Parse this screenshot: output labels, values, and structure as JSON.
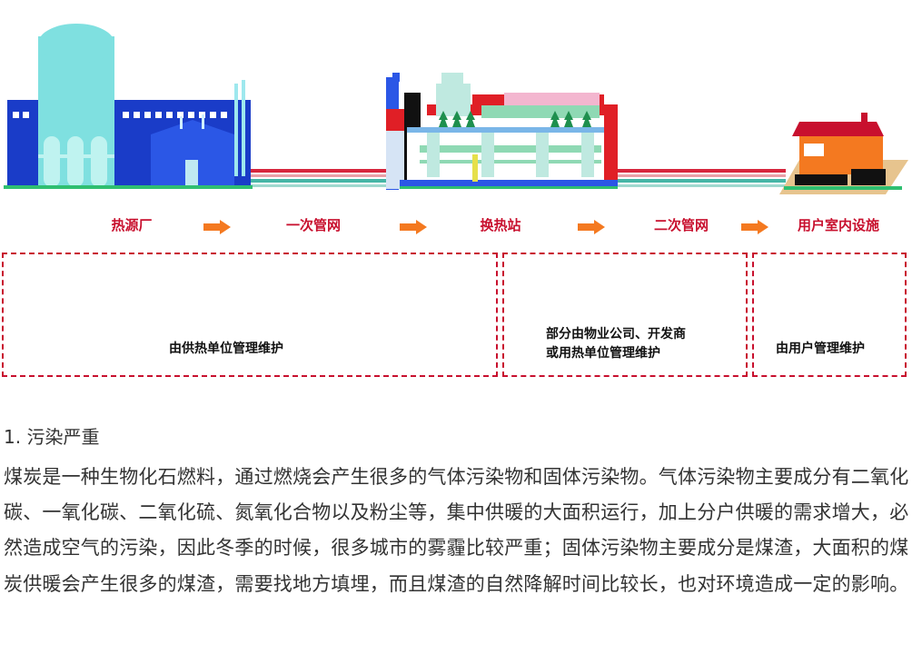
{
  "stages": [
    {
      "id": "heat-source",
      "label": "热源厂"
    },
    {
      "id": "primary-network",
      "label": "一次管网"
    },
    {
      "id": "exchange-station",
      "label": "换热站"
    },
    {
      "id": "secondary-network",
      "label": "二次管网"
    },
    {
      "id": "user-facility",
      "label": "用户室内设施"
    }
  ],
  "maintenance": [
    {
      "lines": [
        "由供热单位管理维护"
      ]
    },
    {
      "lines": [
        "部分由物业公司、开发商",
        "或用热单位管理维护"
      ]
    },
    {
      "lines": [
        "由用户管理维护"
      ]
    }
  ],
  "article": {
    "heading": "1. 污染严重",
    "paragraph": "煤炭是一种生物化石燃料，通过燃烧会产生很多的气体污染物和固体污染物。气体污染物主要成分有二氧化碳、一氧化碳、二氧化硫、氮氧化合物以及粉尘等，集中供暖的大面积运行，加上分户供暖的需求增大，必然造成空气的污染，因此冬季的时候，很多城市的雾霾比较严重；固体污染物主要成分是煤渣，大面积的煤炭供暖会产生很多的煤渣，需要找地方填埋，而且煤渣的自然降解时间比较长，也对环境造成一定的影响。"
  },
  "colors": {
    "accent": "#c8102e",
    "arrow": "#f47920",
    "plant_blue": "#1a3cc8",
    "tower_cyan": "#7fe0e0",
    "pipe_red": "#d7263d",
    "pipe_teal": "#46b6a6"
  }
}
